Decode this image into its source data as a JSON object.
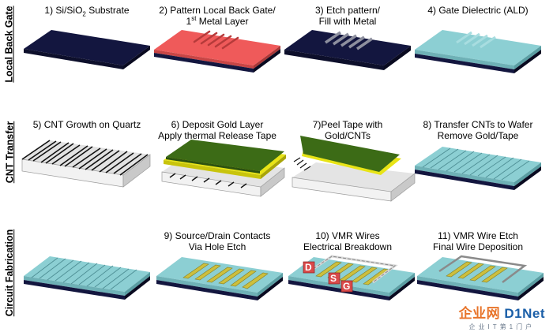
{
  "row_labels": [
    "Local Back Gate",
    "CNT Transfer",
    "Circuit Fabrication"
  ],
  "steps": [
    {
      "lines": [
        [
          "1) Si/SiO",
          {
            "sub": "2"
          },
          " Substrate"
        ]
      ]
    },
    {
      "lines": [
        [
          "2) Pattern Local Back Gate/"
        ],
        [
          "1",
          {
            "sup": "st"
          },
          " Metal Layer"
        ]
      ]
    },
    {
      "lines": [
        [
          "3) Etch pattern/"
        ],
        [
          "Fill with Metal"
        ]
      ]
    },
    {
      "lines": [
        [
          "4) Gate Dielectric (ALD)"
        ]
      ]
    },
    {
      "lines": [
        [
          "5) CNT Growth on Quartz"
        ]
      ]
    },
    {
      "lines": [
        [
          "6) Deposit Gold Layer"
        ],
        [
          "Apply thermal Release Tape"
        ]
      ]
    },
    {
      "lines": [
        [
          "7)Peel Tape with"
        ],
        [
          "Gold/CNTs"
        ]
      ]
    },
    {
      "lines": [
        [
          "8) Transfer CNTs to Wafer"
        ],
        [
          "Remove Gold/Tape"
        ]
      ]
    },
    {
      "lines": [
        [
          "9) Source/Drain Contacts"
        ],
        [
          "Via Hole Etch"
        ]
      ]
    },
    {
      "lines": [
        [
          "10) VMR Wires"
        ],
        [
          "Electrical Breakdown"
        ]
      ]
    },
    {
      "lines": [
        [
          "11) VMR Wire Etch"
        ],
        [
          "Final Wire Deposition"
        ]
      ]
    }
  ],
  "terminal_labels": [
    "D",
    "S",
    "G"
  ],
  "watermark": {
    "brand_cn": "企业网",
    "brand_en": "D1Net",
    "tagline": "企业IT第1门户"
  },
  "colors": {
    "navy": "#13163f",
    "red": "#ef5a5a",
    "teal": "#8ccfd3",
    "tape_green": "#3c6b16",
    "gold": "#e8e416",
    "quartz": "#e4e4e4",
    "contact": "#cdbf3d"
  }
}
